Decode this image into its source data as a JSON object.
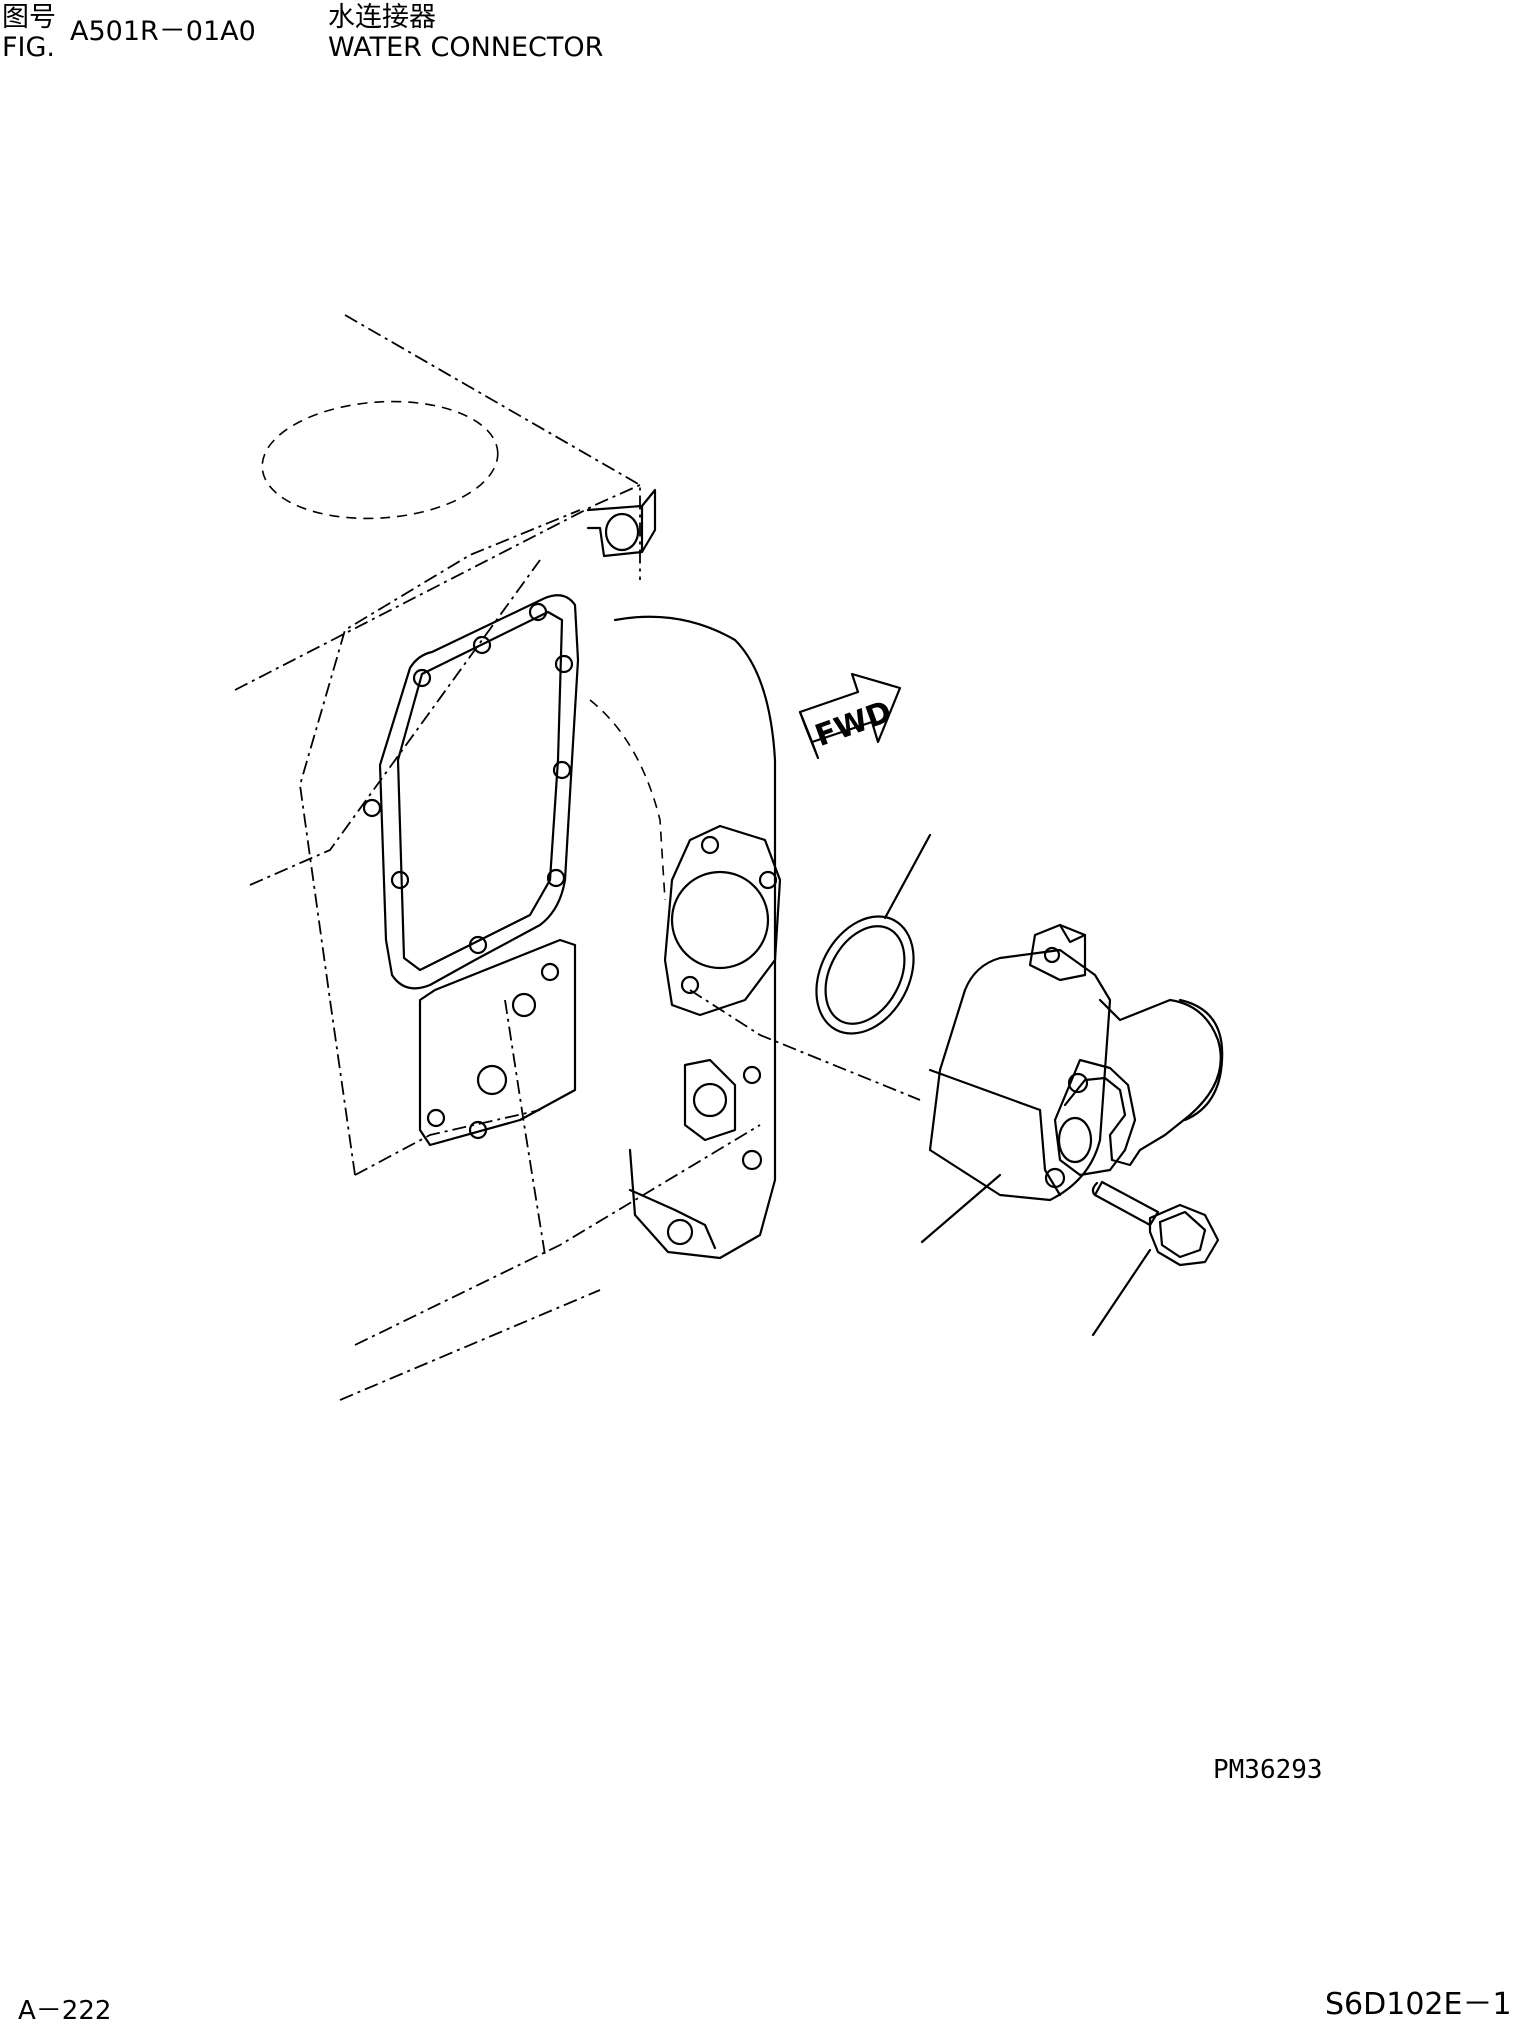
{
  "header": {
    "fig_label_cn": "图号",
    "fig_label_en": "FIG.",
    "fig_number": "A501R－01A0",
    "title_cn": "水连接器",
    "title_en": "WATER CONNECTOR"
  },
  "diagram": {
    "fwd_label": "FWD",
    "drawing_code": "PM36293"
  },
  "footer": {
    "page": "A－222",
    "model": "S6D102E－1"
  }
}
